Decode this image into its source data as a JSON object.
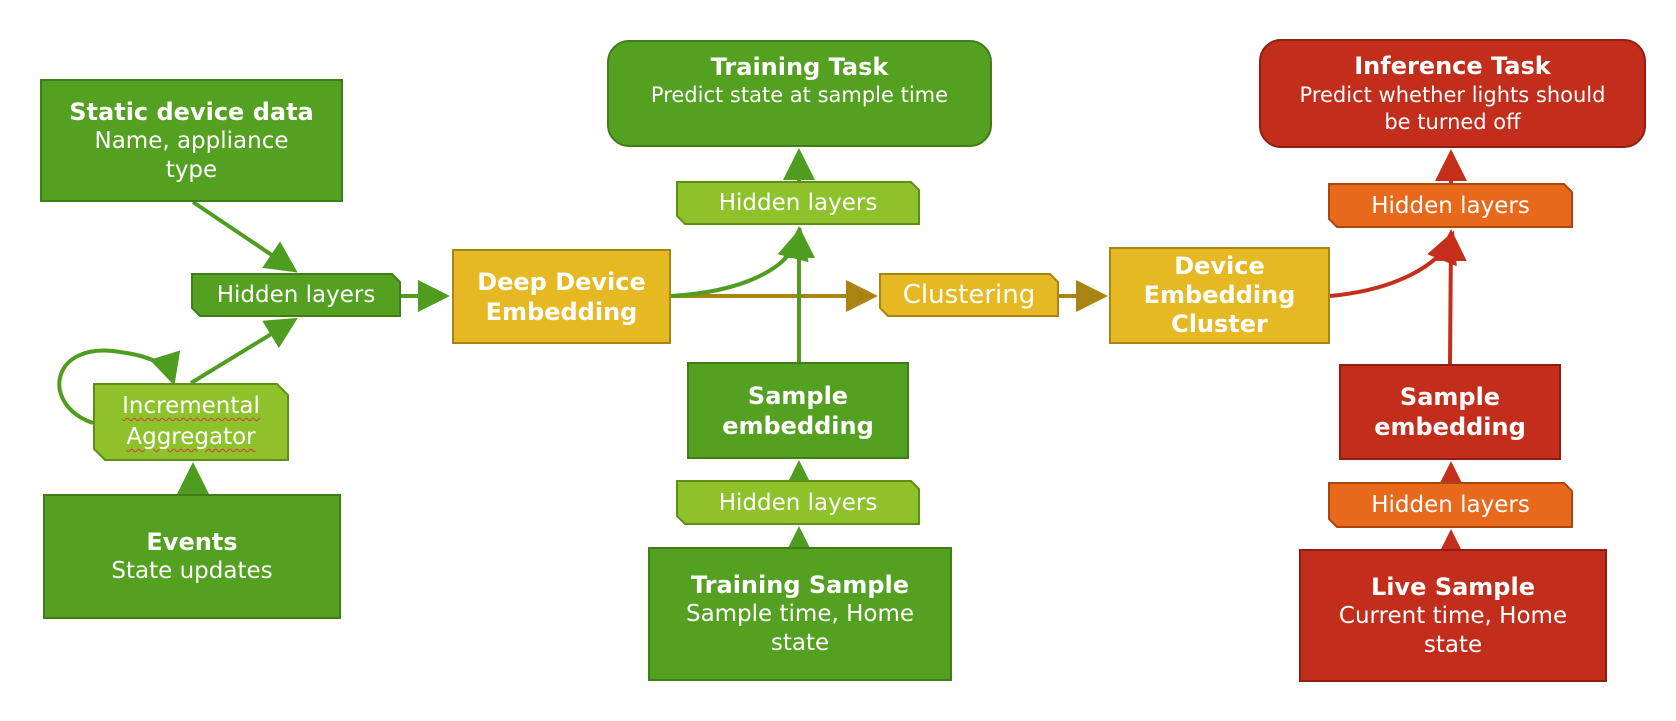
{
  "diagram": {
    "colors": {
      "green": "#54a021",
      "light_green": "#8dc22a",
      "gold": "#e6b821",
      "red": "#c32d1b",
      "orange": "#e8691c",
      "gold_arrow": "#a88414",
      "green_arrow": "#4e9d20",
      "red_arrow": "#c52e1a"
    },
    "static_device_data": {
      "title": "Static device data",
      "line1": "Name, appliance",
      "line2": "type"
    },
    "hidden_layers_left": {
      "label": "Hidden layers"
    },
    "incremental_aggregator": {
      "line1": "Incremental",
      "line2": "Aggregator"
    },
    "events": {
      "title": "Events",
      "subtitle": "State updates"
    },
    "deep_device_embedding": {
      "line1": "Deep Device",
      "line2": "Embedding"
    },
    "training_task": {
      "title": "Training Task",
      "subtitle": "Predict state at sample time"
    },
    "hidden_layers_train_top": {
      "label": "Hidden layers"
    },
    "sample_embedding_train": {
      "line1": "Sample",
      "line2": "embedding"
    },
    "hidden_layers_train_bottom": {
      "label": "Hidden layers"
    },
    "training_sample": {
      "title": "Training Sample",
      "line1": "Sample time, Home",
      "line2": "state"
    },
    "clustering": {
      "label": "Clustering"
    },
    "device_embedding_cluster": {
      "line1": "Device",
      "line2": "Embedding",
      "line3": "Cluster"
    },
    "inference_task": {
      "title": "Inference Task",
      "line1": "Predict whether lights should",
      "line2": "be turned off"
    },
    "hidden_layers_inf_top": {
      "label": "Hidden layers"
    },
    "sample_embedding_inf": {
      "line1": "Sample",
      "line2": "embedding"
    },
    "hidden_layers_inf_bottom": {
      "label": "Hidden layers"
    },
    "live_sample": {
      "title": "Live Sample",
      "line1": "Current time, Home",
      "line2": "state"
    }
  }
}
